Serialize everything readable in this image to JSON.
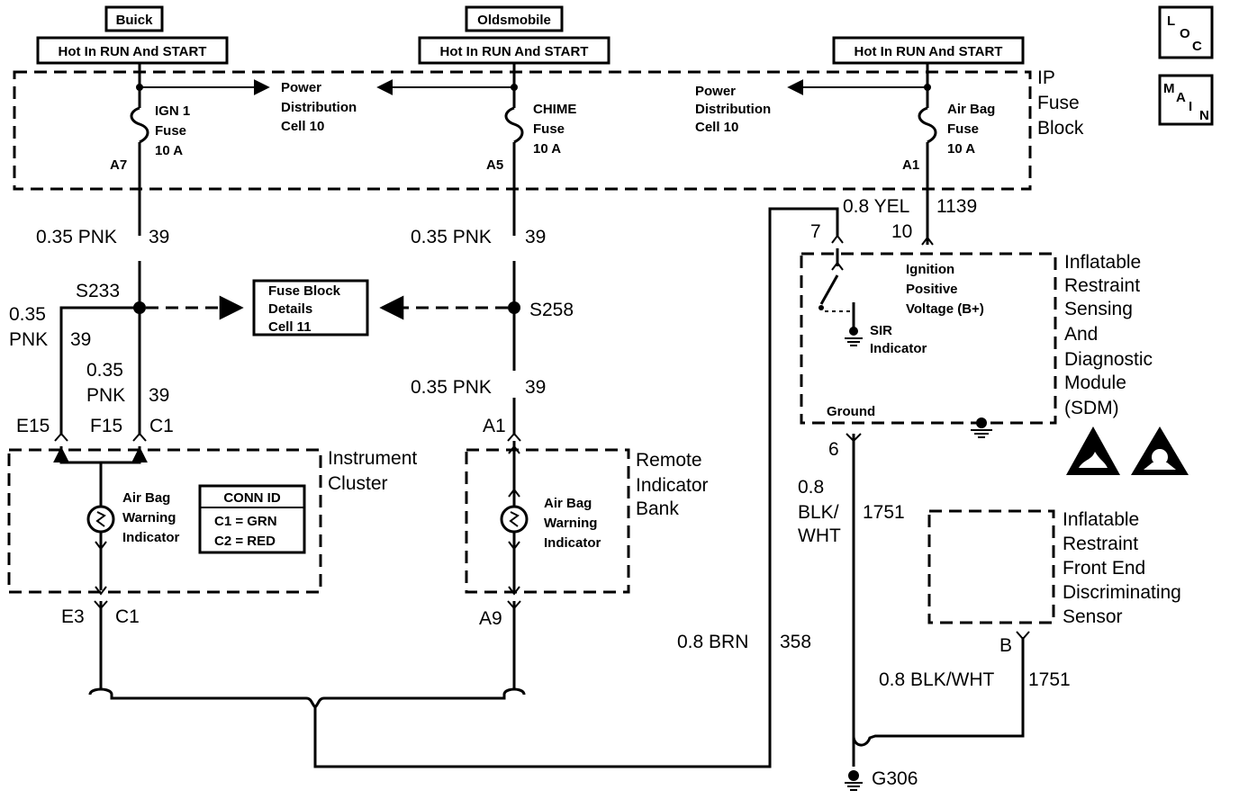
{
  "headers": {
    "buick_tag": "Buick",
    "oldsmobile_tag": "Oldsmobile",
    "hot_left": "Hot In RUN And START",
    "hot_mid": "Hot In RUN And START",
    "hot_right": "Hot In RUN And START"
  },
  "nav": {
    "loc": [
      "L",
      "O",
      "C"
    ],
    "main": [
      "M",
      "A",
      "I",
      "N"
    ]
  },
  "fuse_block": {
    "label": [
      "IP",
      "Fuse",
      "Block"
    ],
    "pdc_left": [
      "Power",
      "Distribution",
      "Cell 10"
    ],
    "pdc_right": [
      "Power",
      "Distribution",
      "Cell 10"
    ],
    "fuse1": {
      "lines": [
        "IGN 1",
        "Fuse",
        "10 A"
      ],
      "pin": "A7"
    },
    "fuse2": {
      "lines": [
        "CHIME",
        "Fuse",
        "10 A"
      ],
      "pin": "A5"
    },
    "fuse3": {
      "lines": [
        "Air Bag",
        "Fuse",
        "10 A"
      ],
      "pin": "A1"
    }
  },
  "wires": {
    "w1": "0.35 PNK",
    "c1": "39",
    "w2": "0.35 PNK",
    "c2": "39",
    "w3": "0.35 PNK",
    "c3": "39",
    "w4": [
      "0.35",
      "PNK"
    ],
    "c4": "39",
    "w5": [
      "0.35",
      "PNK"
    ],
    "c5": "39",
    "yel": "0.8 YEL",
    "yel_circuit": "1139",
    "yel_pin": "10",
    "brn": "0.8 BRN",
    "brn_circuit": "358",
    "blkwht_sdm": [
      "0.8",
      "BLK/",
      "WHT"
    ],
    "blkwht_sdm_circuit": "1751",
    "blkwht_sensor": "0.8 BLK/WHT",
    "blkwht_sensor_circuit": "1751"
  },
  "splices": {
    "s233": "S233",
    "s258": "S258"
  },
  "fuse_details": [
    "Fuse Block",
    "Details",
    "Cell 11"
  ],
  "cluster": {
    "label": [
      "Instrument",
      "Cluster"
    ],
    "pins_top": [
      "E15",
      "F15",
      "C1"
    ],
    "pins_bottom": [
      "E3",
      "C1"
    ],
    "indicator": [
      "Air Bag",
      "Warning",
      "Indicator"
    ],
    "conn_id": [
      "CONN ID",
      "C1 = GRN",
      "C2 = RED"
    ]
  },
  "remote": {
    "label": [
      "Remote",
      "Indicator",
      "Bank"
    ],
    "pin_top": "A1",
    "pin_bottom": "A9",
    "indicator": [
      "Air Bag",
      "Warning",
      "Indicator"
    ]
  },
  "sdm": {
    "label": [
      "Inflatable",
      "Restraint",
      "Sensing",
      "And",
      "Diagnostic",
      "Module",
      "(SDM)"
    ],
    "ign": [
      "Ignition",
      "Positive",
      "Voltage (B+)"
    ],
    "sir": [
      "SIR",
      "Indicator"
    ],
    "ground": "Ground",
    "pin7": "7",
    "pin6": "6"
  },
  "sensor": {
    "label": [
      "Inflatable",
      "Restraint",
      "Front End",
      "Discriminating",
      "Sensor"
    ],
    "pin": "B"
  },
  "ground": {
    "label": "G306"
  }
}
